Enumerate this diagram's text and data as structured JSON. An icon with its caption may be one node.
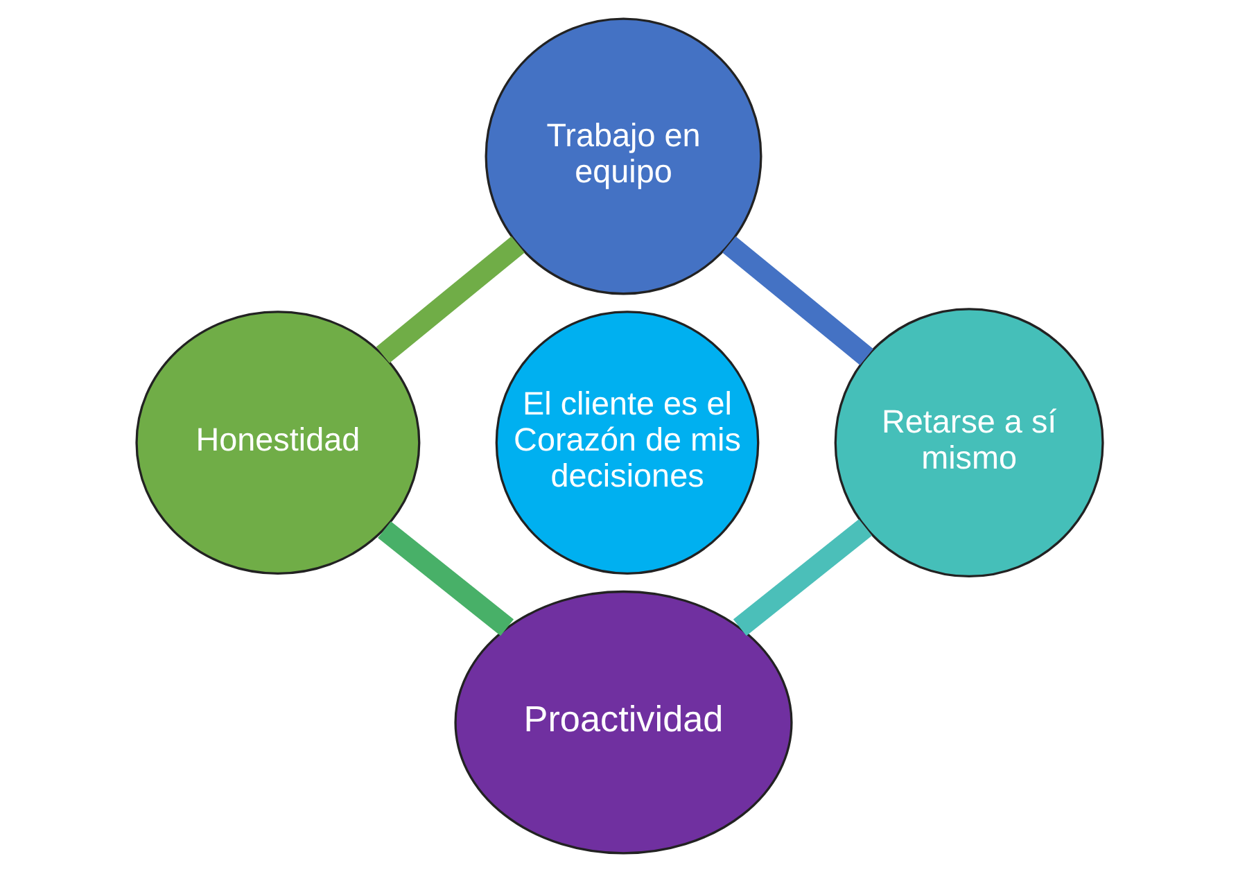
{
  "diagram": {
    "nodes": [
      {
        "text": [
          "Trabajo en equipo"
        ]
      },
      {
        "text": [
          "Honestidad"
        ]
      },
      {
        "text": [
          "El cliente es el Corazón de mis decisiones"
        ]
      },
      {
        "text": [
          "Retarse a sí mismo"
        ]
      },
      {
        "text": [
          "Proactividad"
        ]
      }
    ],
    "edges": [
      {
        "from": 0,
        "to": 3,
        "arrow": "none",
        "color": "#4472c4"
      },
      {
        "from": 3,
        "to": 4,
        "arrow": "none",
        "color": "#4bbfb9"
      },
      {
        "from": 4,
        "to": 1,
        "arrow": "none",
        "color": "#48b068"
      },
      {
        "from": 1,
        "to": 0,
        "arrow": "none",
        "color": "#70ad47"
      }
    ]
  }
}
